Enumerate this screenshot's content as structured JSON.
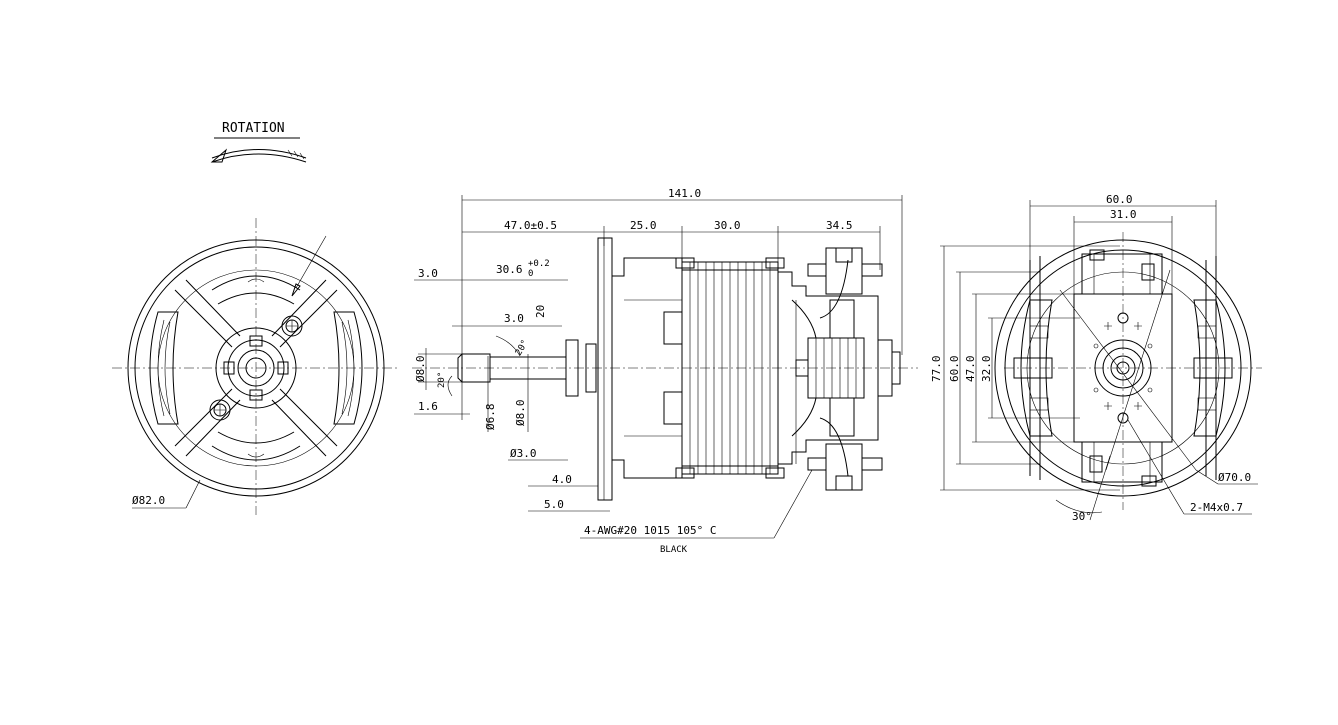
{
  "rotation_label": "ROTATION",
  "front_view": {
    "diameter": "Ø82.0"
  },
  "side_view": {
    "overall_length": "141.0",
    "d_47": "47.0±0.5",
    "d_25": "25.0",
    "d_30": "30.0",
    "d_34_5": "34.5",
    "d_3_0_top": "3.0",
    "d_30_6": "30.6",
    "d_30_6_tol_upper": "+0.2",
    "d_30_6_tol_lower": "0",
    "d_3_0_mid": "3.0",
    "d_20_vert": "20",
    "d_20_deg_a": "20°",
    "d_20_deg_b": "20°",
    "d_8_0_left": "Ø8.0",
    "d_1_6": "1.6",
    "d_6_8": "Ø6.8",
    "d_8_0_mid": "Ø8.0",
    "d_03_0": "Ø3.0",
    "d_4_0": "4.0",
    "d_5_0": "5.0",
    "wire_spec": "4-AWG#20 1015 105° C",
    "wire_color": "BLACK"
  },
  "end_view": {
    "d_60_top": "60.0",
    "d_31": "31.0",
    "d_77": "77.0",
    "d_60_vert": "60.0",
    "d_47_vert": "47.0",
    "d_32_vert": "32.0",
    "d_70": "Ø70.0",
    "d_m4": "2-M4x0.7",
    "d_30_deg": "30°"
  }
}
